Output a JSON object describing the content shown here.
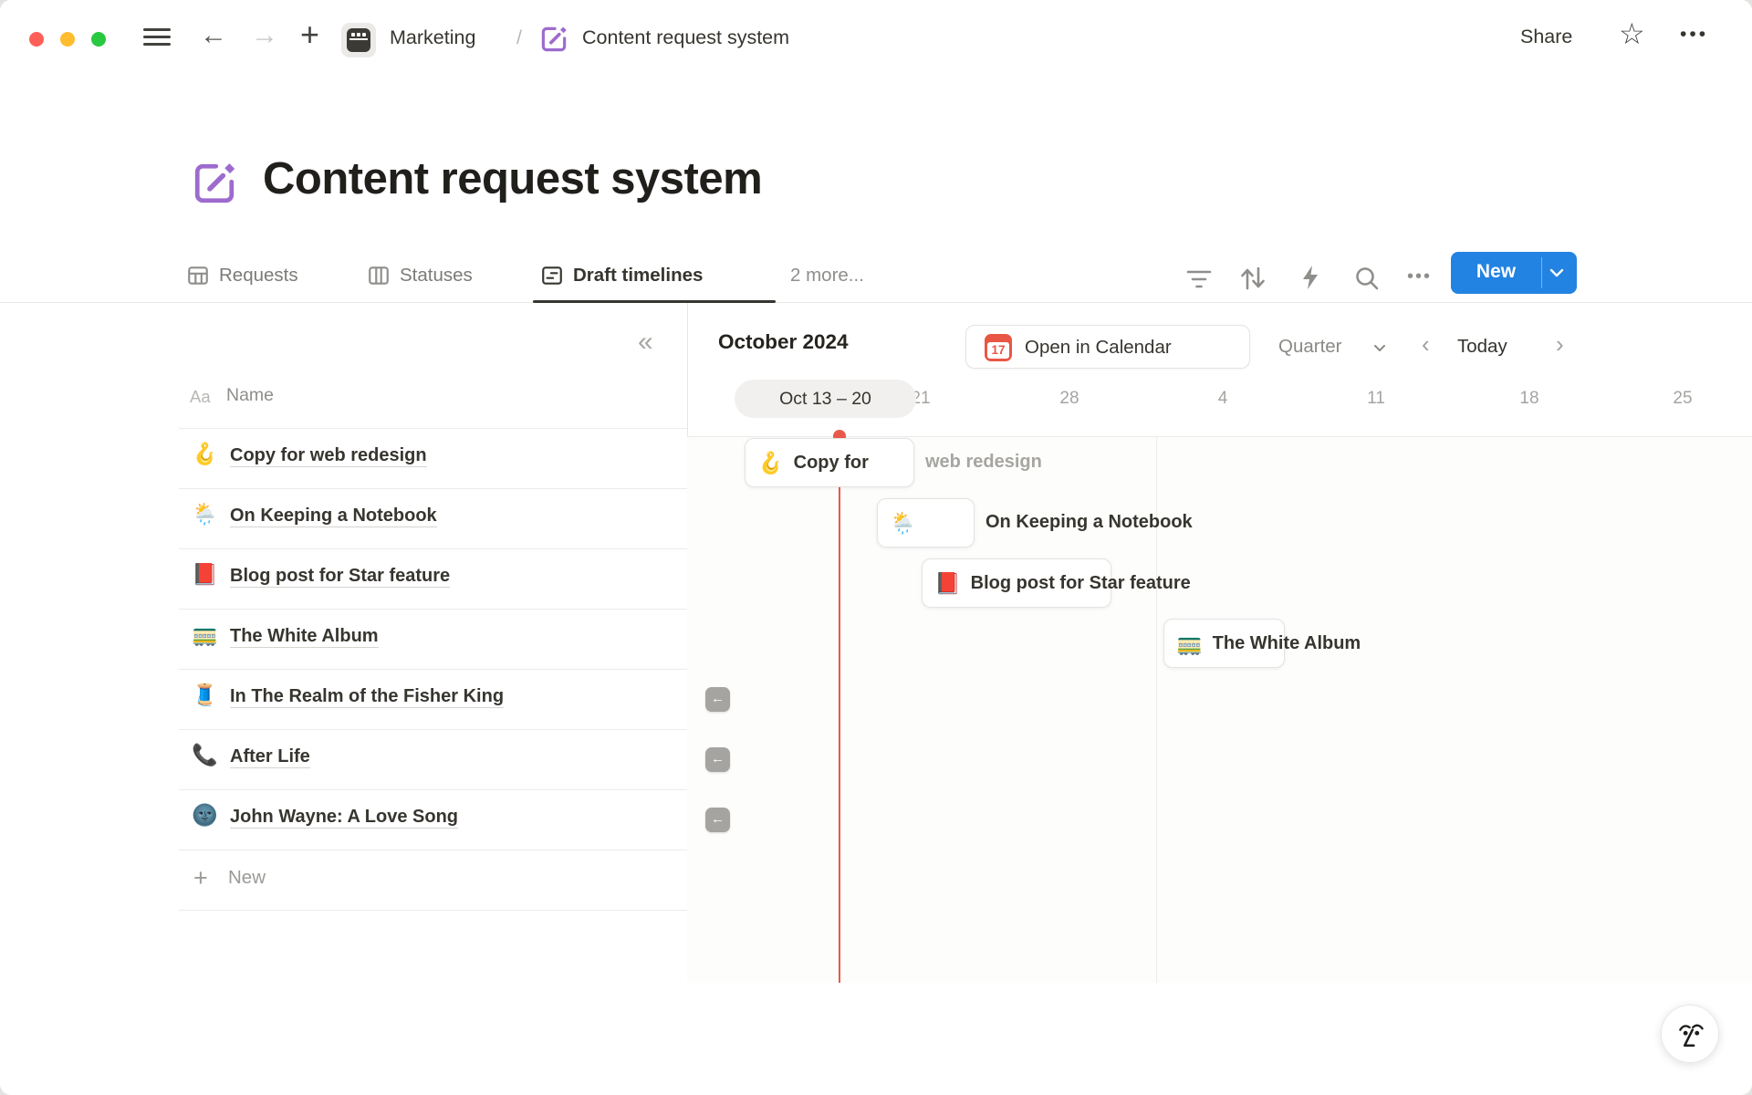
{
  "topbar": {
    "breadcrumb_workspace": "Marketing",
    "breadcrumb_separator": "/",
    "breadcrumb_page": "Content request system",
    "share_label": "Share"
  },
  "page": {
    "title": "Content request system"
  },
  "tabs": {
    "items": [
      {
        "label": "Requests"
      },
      {
        "label": "Statuses"
      },
      {
        "label": "Draft timelines"
      }
    ],
    "more_label": "2 more...",
    "new_button_label": "New"
  },
  "table": {
    "column_type_label": "Aa",
    "column_header": "Name",
    "rows": [
      {
        "emoji": "🪝",
        "title": "Copy for web redesign"
      },
      {
        "emoji": "🌦️",
        "title": "On Keeping a Notebook"
      },
      {
        "emoji": "📕",
        "title": "Blog post for Star feature"
      },
      {
        "emoji": "🚃",
        "title": "The White Album"
      },
      {
        "emoji": "🧵",
        "title": "In The Realm of the Fisher King"
      },
      {
        "emoji": "📞",
        "title": "After Life"
      },
      {
        "emoji": "🌚",
        "title": "John Wayne: A Love Song"
      }
    ],
    "new_row_label": "New"
  },
  "timeline": {
    "month": "October 2024",
    "open_in_calendar_label": "Open in Calendar",
    "calendar_icon_day": "17",
    "zoom_level": "Quarter",
    "today_label": "Today",
    "range_pill": "Oct 13 – 20",
    "week_labels": [
      "21",
      "28",
      "4",
      "11",
      "18",
      "25"
    ],
    "bars": [
      {
        "emoji": "🪝",
        "inside": "Copy for",
        "outside": "web redesign"
      },
      {
        "emoji": "🌦️",
        "inside": "",
        "outside": "On Keeping a Notebook"
      },
      {
        "emoji": "📕",
        "inside": "Blog post for Star feature",
        "outside": ""
      },
      {
        "emoji": "🚃",
        "inside": "The White Album",
        "outside": ""
      }
    ]
  },
  "icons": {
    "collapse": "«",
    "back_arrow": "←",
    "forward_arrow": "→",
    "plus": "+",
    "ellipsis": "•••",
    "star": "☆",
    "chevron_left": "‹",
    "chevron_right": "›",
    "scroll_left_arrow": "←"
  },
  "colors": {
    "accent_blue": "#2383e2",
    "today_red": "#e9594c",
    "page_icon_purple": "#9d6bce"
  }
}
